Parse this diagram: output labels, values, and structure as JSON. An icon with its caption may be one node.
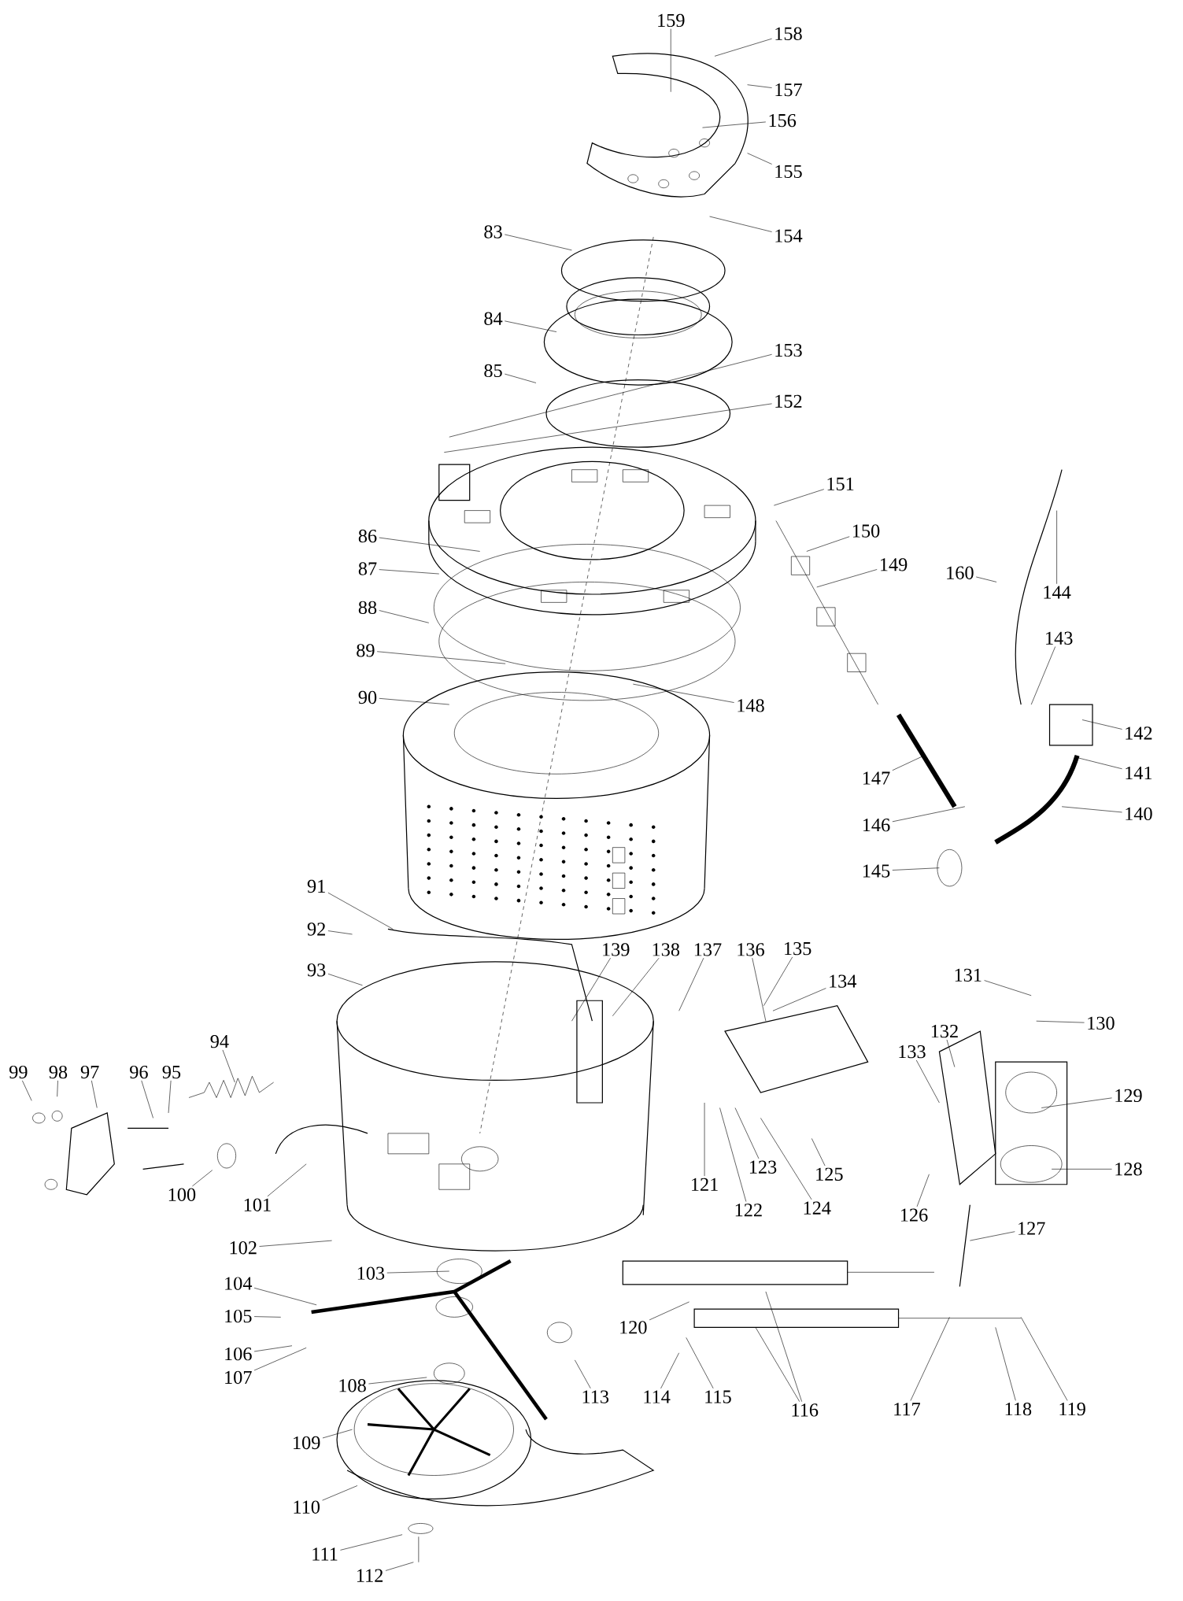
{
  "diagram": {
    "nodes": [
      {
        "text": [
          "159"
        ]
      },
      {
        "text": [
          "158"
        ]
      },
      {
        "text": [
          "157"
        ]
      },
      {
        "text": [
          "156"
        ]
      },
      {
        "text": [
          "155"
        ]
      },
      {
        "text": [
          "154"
        ]
      },
      {
        "text": [
          "83"
        ]
      },
      {
        "text": [
          "84"
        ]
      },
      {
        "text": [
          "153"
        ]
      },
      {
        "text": [
          "85"
        ]
      },
      {
        "text": [
          "152"
        ]
      },
      {
        "text": [
          "151"
        ]
      },
      {
        "text": [
          "150"
        ]
      },
      {
        "text": [
          "86"
        ]
      },
      {
        "text": [
          "149"
        ]
      },
      {
        "text": [
          "87"
        ]
      },
      {
        "text": [
          "160"
        ]
      },
      {
        "text": [
          "144"
        ]
      },
      {
        "text": [
          "88"
        ]
      },
      {
        "text": [
          "143"
        ]
      },
      {
        "text": [
          "89"
        ]
      },
      {
        "text": [
          "90"
        ]
      },
      {
        "text": [
          "148"
        ]
      },
      {
        "text": [
          "142"
        ]
      },
      {
        "text": [
          "141"
        ]
      },
      {
        "text": [
          "147"
        ]
      },
      {
        "text": [
          "140"
        ]
      },
      {
        "text": [
          "146"
        ]
      },
      {
        "text": [
          "145"
        ]
      },
      {
        "text": [
          "91"
        ]
      },
      {
        "text": [
          "92"
        ]
      },
      {
        "text": [
          "139"
        ]
      },
      {
        "text": [
          "138"
        ]
      },
      {
        "text": [
          "137"
        ]
      },
      {
        "text": [
          "136"
        ]
      },
      {
        "text": [
          "135"
        ]
      },
      {
        "text": [
          "93"
        ]
      },
      {
        "text": [
          "131"
        ]
      },
      {
        "text": [
          "134"
        ]
      },
      {
        "text": [
          "130"
        ]
      },
      {
        "text": [
          "132"
        ]
      },
      {
        "text": [
          "94"
        ]
      },
      {
        "text": [
          "133"
        ]
      },
      {
        "text": [
          "99"
        ]
      },
      {
        "text": [
          "98"
        ]
      },
      {
        "text": [
          "97"
        ]
      },
      {
        "text": [
          "96"
        ]
      },
      {
        "text": [
          "95"
        ]
      },
      {
        "text": [
          "129"
        ]
      },
      {
        "text": [
          "123"
        ]
      },
      {
        "text": [
          "125"
        ]
      },
      {
        "text": [
          "128"
        ]
      },
      {
        "text": [
          "121"
        ]
      },
      {
        "text": [
          "100"
        ]
      },
      {
        "text": [
          "101"
        ]
      },
      {
        "text": [
          "124"
        ]
      },
      {
        "text": [
          "122"
        ]
      },
      {
        "text": [
          "126"
        ]
      },
      {
        "text": [
          "127"
        ]
      },
      {
        "text": [
          "102"
        ]
      },
      {
        "text": [
          "103"
        ]
      },
      {
        "text": [
          "104"
        ]
      },
      {
        "text": [
          "105"
        ]
      },
      {
        "text": [
          "120"
        ]
      },
      {
        "text": [
          "106"
        ]
      },
      {
        "text": [
          "107"
        ]
      },
      {
        "text": [
          "108"
        ]
      },
      {
        "text": [
          "113"
        ]
      },
      {
        "text": [
          "114"
        ]
      },
      {
        "text": [
          "115"
        ]
      },
      {
        "text": [
          "116"
        ]
      },
      {
        "text": [
          "117"
        ]
      },
      {
        "text": [
          "118"
        ]
      },
      {
        "text": [
          "119"
        ]
      },
      {
        "text": [
          "109"
        ]
      },
      {
        "text": [
          "110"
        ]
      },
      {
        "text": [
          "111"
        ]
      },
      {
        "text": [
          "112"
        ]
      }
    ],
    "edges": [
      {
        "from": 0,
        "to": null,
        "arrow": "none"
      },
      {
        "from": 1,
        "to": null,
        "arrow": "none"
      },
      {
        "from": 2,
        "to": null,
        "arrow": "none"
      },
      {
        "from": 3,
        "to": null,
        "arrow": "none"
      },
      {
        "from": 4,
        "to": null,
        "arrow": "none"
      },
      {
        "from": 5,
        "to": null,
        "arrow": "none"
      },
      {
        "from": 6,
        "to": null,
        "arrow": "none"
      },
      {
        "from": 7,
        "to": null,
        "arrow": "none"
      },
      {
        "from": 8,
        "to": null,
        "arrow": "none"
      },
      {
        "from": 9,
        "to": null,
        "arrow": "none"
      },
      {
        "from": 10,
        "to": null,
        "arrow": "none"
      },
      {
        "from": 11,
        "to": null,
        "arrow": "none"
      },
      {
        "from": 12,
        "to": null,
        "arrow": "none"
      },
      {
        "from": 13,
        "to": null,
        "arrow": "none"
      },
      {
        "from": 14,
        "to": null,
        "arrow": "none"
      },
      {
        "from": 15,
        "to": null,
        "arrow": "none"
      },
      {
        "from": 16,
        "to": null,
        "arrow": "none"
      },
      {
        "from": 17,
        "to": null,
        "arrow": "none"
      },
      {
        "from": 18,
        "to": null,
        "arrow": "none"
      },
      {
        "from": 19,
        "to": null,
        "arrow": "none"
      },
      {
        "from": 20,
        "to": null,
        "arrow": "none"
      },
      {
        "from": 21,
        "to": null,
        "arrow": "none"
      },
      {
        "from": 22,
        "to": null,
        "arrow": "none"
      },
      {
        "from": 23,
        "to": null,
        "arrow": "none"
      },
      {
        "from": 24,
        "to": null,
        "arrow": "none"
      },
      {
        "from": 25,
        "to": null,
        "arrow": "none"
      },
      {
        "from": 26,
        "to": null,
        "arrow": "none"
      },
      {
        "from": 27,
        "to": null,
        "arrow": "none"
      },
      {
        "from": 28,
        "to": null,
        "arrow": "none"
      },
      {
        "from": 29,
        "to": null,
        "arrow": "none"
      },
      {
        "from": 30,
        "to": null,
        "arrow": "none"
      },
      {
        "from": 31,
        "to": null,
        "arrow": "none"
      },
      {
        "from": 32,
        "to": null,
        "arrow": "none"
      },
      {
        "from": 33,
        "to": null,
        "arrow": "none"
      },
      {
        "from": 34,
        "to": null,
        "arrow": "none"
      },
      {
        "from": 35,
        "to": null,
        "arrow": "none"
      },
      {
        "from": 36,
        "to": null,
        "arrow": "none"
      },
      {
        "from": 37,
        "to": null,
        "arrow": "none"
      },
      {
        "from": 38,
        "to": null,
        "arrow": "none"
      },
      {
        "from": 39,
        "to": null,
        "arrow": "none"
      },
      {
        "from": 40,
        "to": null,
        "arrow": "none"
      },
      {
        "from": 41,
        "to": null,
        "arrow": "none"
      },
      {
        "from": 42,
        "to": null,
        "arrow": "none"
      },
      {
        "from": 43,
        "to": null,
        "arrow": "none"
      },
      {
        "from": 44,
        "to": null,
        "arrow": "none"
      },
      {
        "from": 45,
        "to": null,
        "arrow": "none"
      },
      {
        "from": 46,
        "to": null,
        "arrow": "none"
      },
      {
        "from": 47,
        "to": null,
        "arrow": "none"
      },
      {
        "from": 48,
        "to": null,
        "arrow": "none"
      },
      {
        "from": 49,
        "to": null,
        "arrow": "none"
      },
      {
        "from": 50,
        "to": null,
        "arrow": "none"
      },
      {
        "from": 51,
        "to": null,
        "arrow": "none"
      },
      {
        "from": 52,
        "to": null,
        "arrow": "none"
      },
      {
        "from": 53,
        "to": null,
        "arrow": "none"
      },
      {
        "from": 54,
        "to": null,
        "arrow": "none"
      },
      {
        "from": 55,
        "to": null,
        "arrow": "none"
      },
      {
        "from": 56,
        "to": null,
        "arrow": "none"
      },
      {
        "from": 57,
        "to": null,
        "arrow": "none"
      },
      {
        "from": 58,
        "to": null,
        "arrow": "none"
      },
      {
        "from": 59,
        "to": null,
        "arrow": "none"
      },
      {
        "from": 60,
        "to": null,
        "arrow": "none"
      },
      {
        "from": 61,
        "to": null,
        "arrow": "none"
      },
      {
        "from": 62,
        "to": null,
        "arrow": "none"
      },
      {
        "from": 63,
        "to": null,
        "arrow": "none"
      },
      {
        "from": 64,
        "to": null,
        "arrow": "none"
      },
      {
        "from": 65,
        "to": null,
        "arrow": "none"
      },
      {
        "from": 66,
        "to": null,
        "arrow": "none"
      },
      {
        "from": 67,
        "to": null,
        "arrow": "none"
      },
      {
        "from": 68,
        "to": null,
        "arrow": "none"
      },
      {
        "from": 69,
        "to": null,
        "arrow": "none"
      },
      {
        "from": 70,
        "to": null,
        "arrow": "none"
      },
      {
        "from": 70,
        "to": null,
        "arrow": "none"
      },
      {
        "from": 71,
        "to": null,
        "arrow": "none"
      },
      {
        "from": 72,
        "to": null,
        "arrow": "none"
      },
      {
        "from": 73,
        "to": null,
        "arrow": "none"
      },
      {
        "from": 74,
        "to": null,
        "arrow": "none"
      },
      {
        "from": 75,
        "to": null,
        "arrow": "none"
      },
      {
        "from": 76,
        "to": null,
        "arrow": "none"
      },
      {
        "from": 77,
        "to": null,
        "arrow": "none"
      }
    ]
  }
}
